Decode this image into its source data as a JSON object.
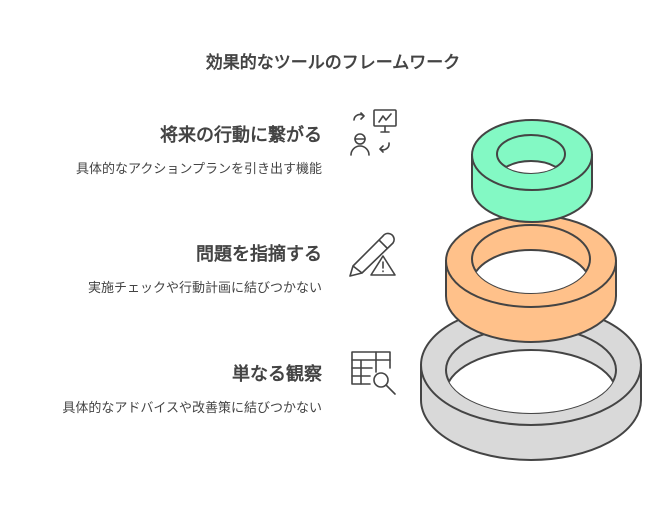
{
  "title": "効果的なツールのフレームワーク",
  "levels": [
    {
      "heading": "将来の行動に繋がる",
      "description": "具体的なアクションプランを引き出す機能",
      "icon": "presentation-person-icon",
      "color": "#83F9C4"
    },
    {
      "heading": "問題を指摘する",
      "description": "実施チェックや行動計画に結びつかない",
      "icon": "pencil-warning-icon",
      "color": "#FFC18A"
    },
    {
      "heading": "単なる観察",
      "description": "具体的なアドバイスや改善策に結びつかない",
      "icon": "table-search-icon",
      "color": "#D9D9D9"
    }
  ]
}
